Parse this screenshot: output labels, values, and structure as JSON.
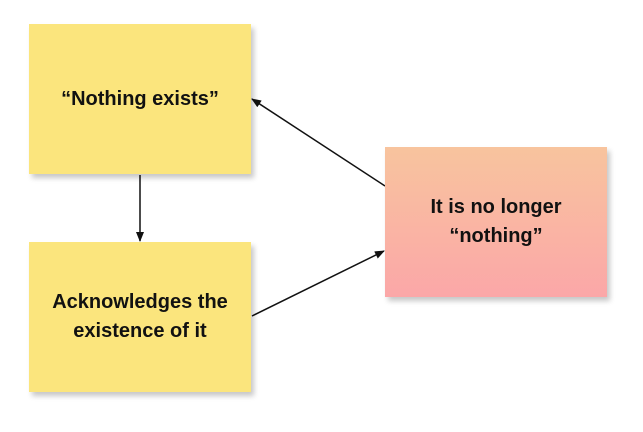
{
  "diagram": {
    "nodes": [
      {
        "id": "nothing_exists",
        "label": "“Nothing exists”",
        "color": "#fbe57d"
      },
      {
        "id": "acknowledges",
        "label": "Acknowledges the existence of it",
        "color": "#fbe57d"
      },
      {
        "id": "no_longer_nothing",
        "label": "It is no longer “nothing”",
        "color_top": "#f8c49e",
        "color_bottom": "#fba7a8"
      }
    ],
    "edges": [
      {
        "from": "nothing_exists",
        "to": "acknowledges"
      },
      {
        "from": "acknowledges",
        "to": "no_longer_nothing"
      },
      {
        "from": "no_longer_nothing",
        "to": "nothing_exists"
      }
    ]
  }
}
